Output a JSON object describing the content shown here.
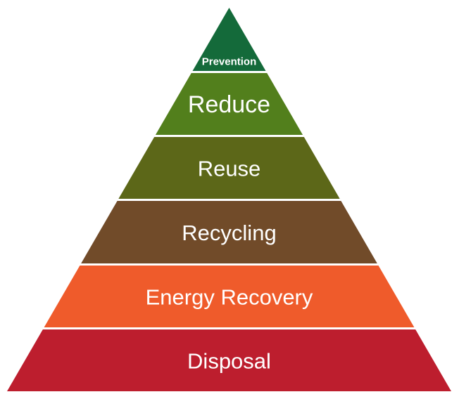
{
  "diagram": {
    "type": "pyramid",
    "tiers": [
      {
        "label": "Prevention",
        "color": "#146a3a"
      },
      {
        "label": "Reduce",
        "color": "#527f1c"
      },
      {
        "label": "Reuse",
        "color": "#5c6718"
      },
      {
        "label": "Recycling",
        "color": "#714b29"
      },
      {
        "label": "Energy Recovery",
        "color": "#ef5b2b"
      },
      {
        "label": "Disposal",
        "color": "#bd1e2e"
      }
    ]
  }
}
